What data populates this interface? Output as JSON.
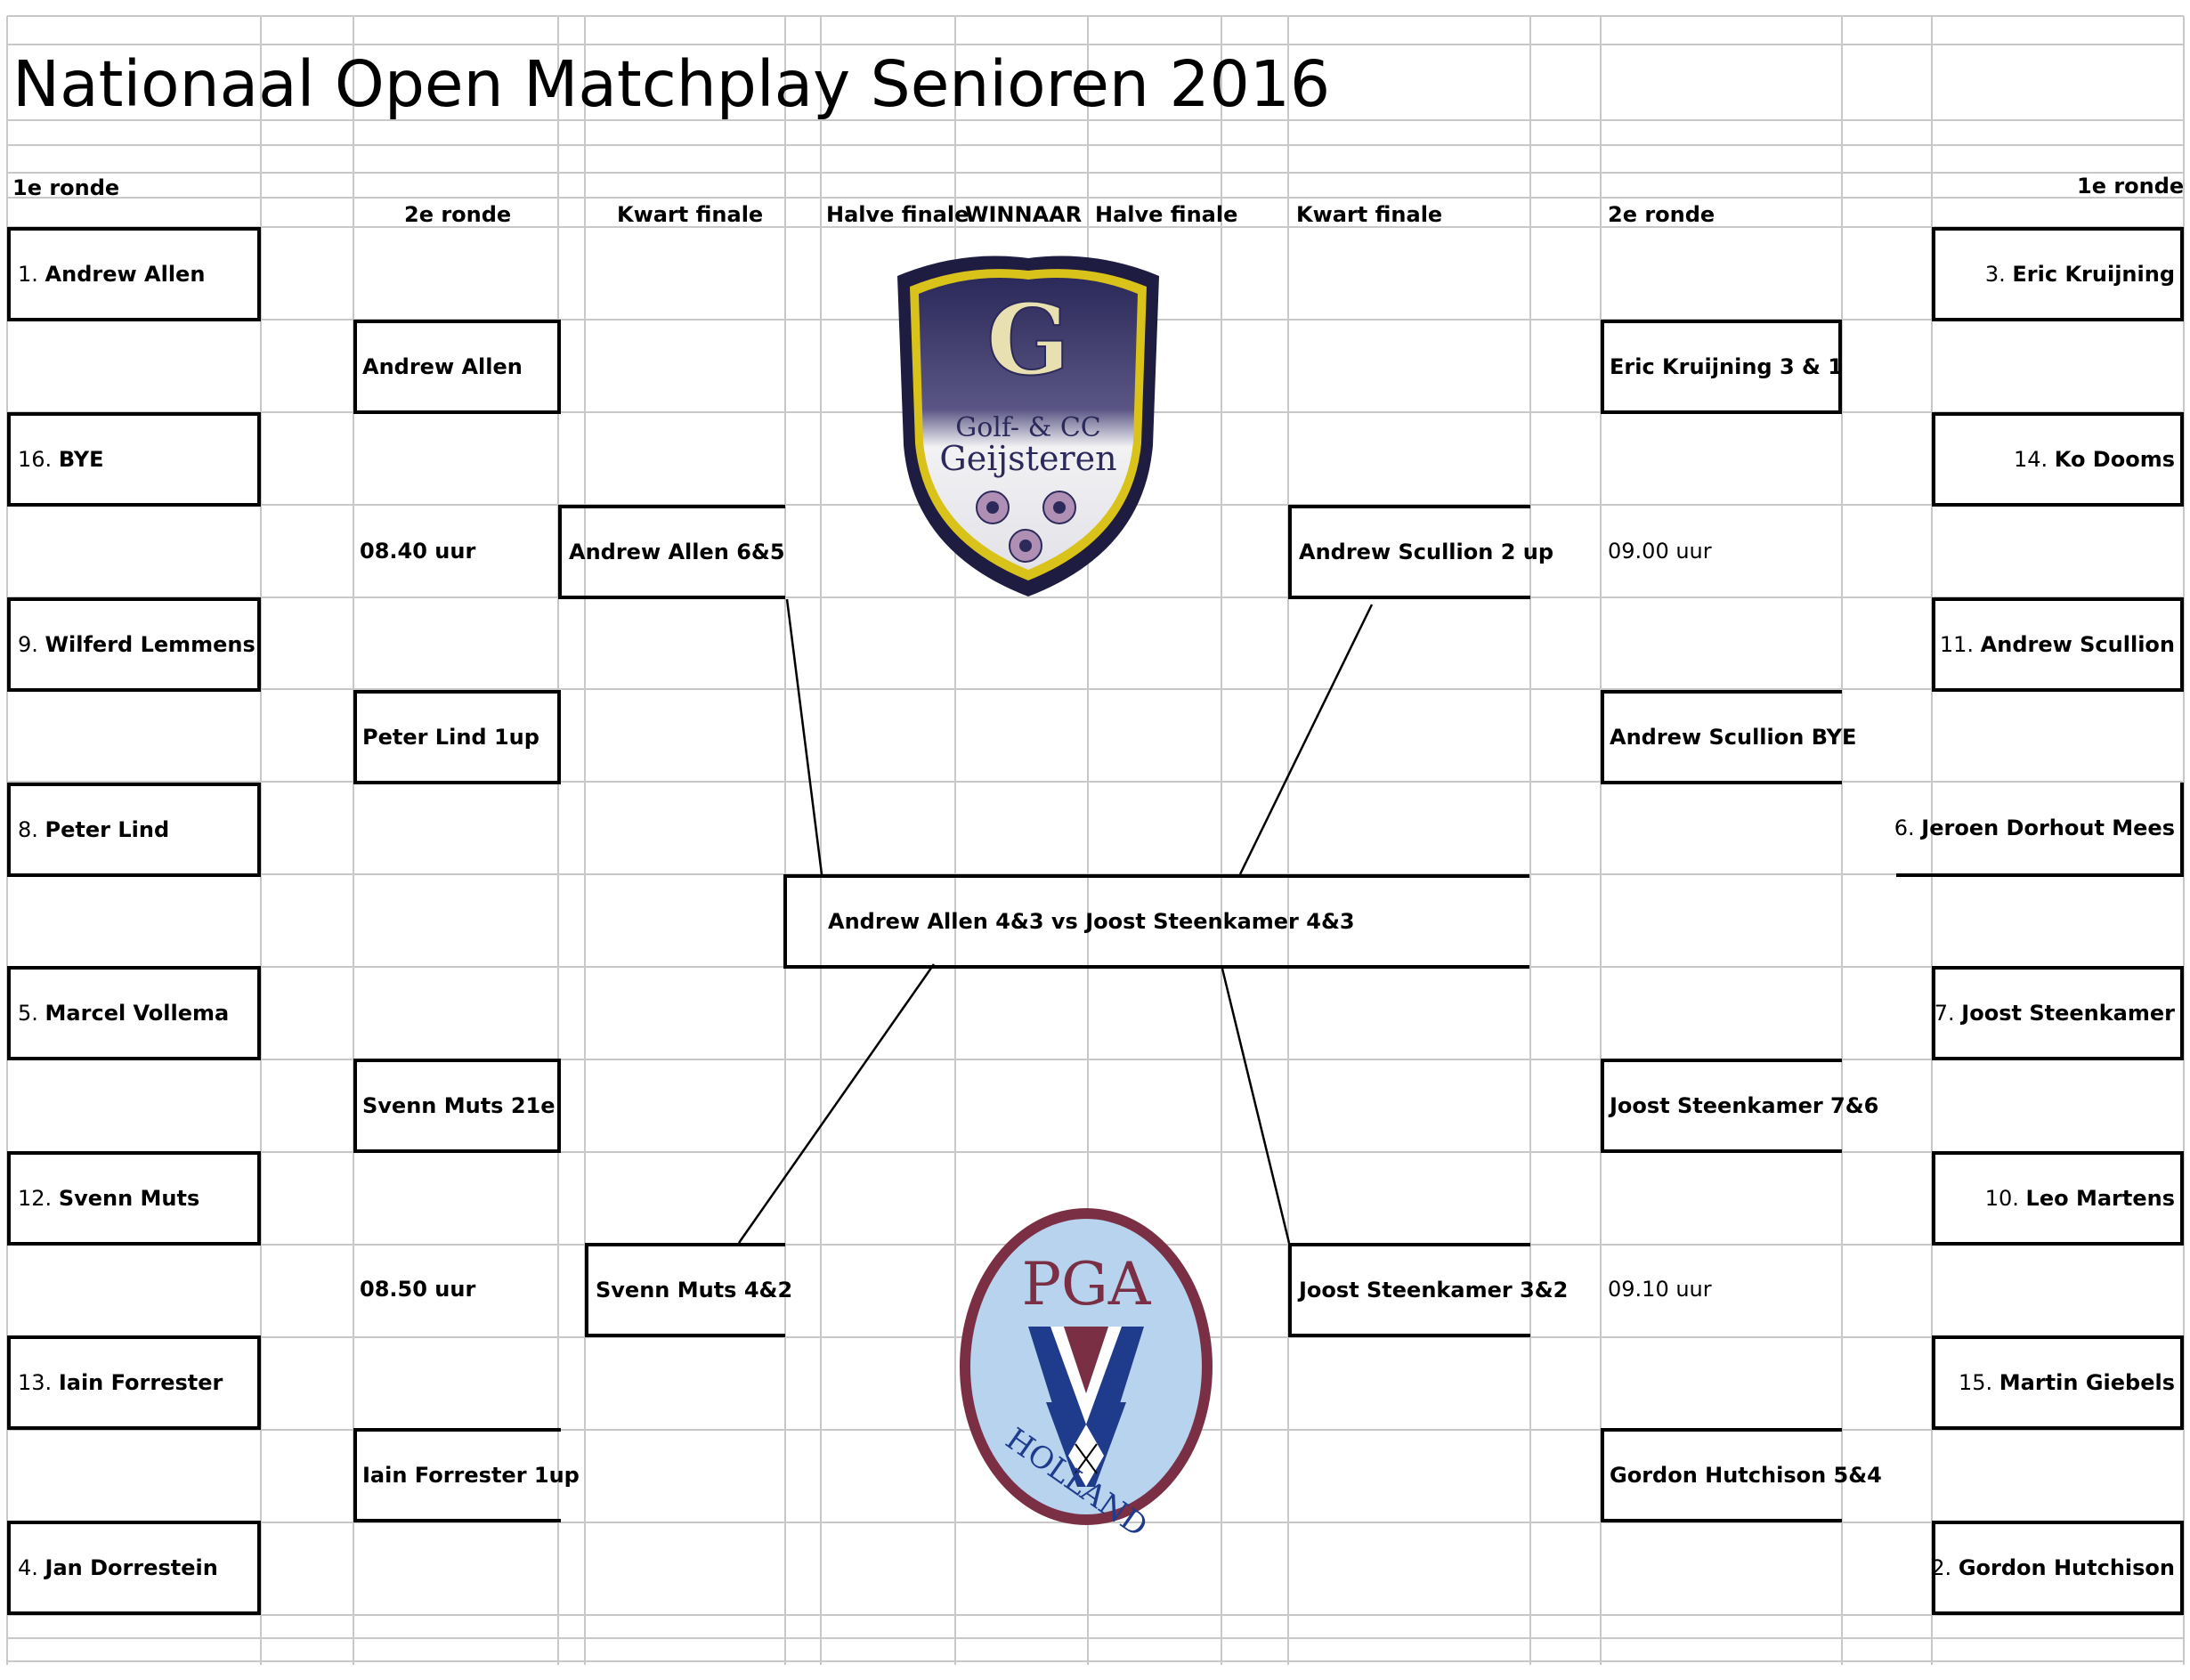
{
  "title": "Nationaal Open Matchplay Senioren 2016",
  "headers": {
    "left_r1": "1e ronde",
    "right_r1": "1e ronde",
    "left_r2": "2e ronde",
    "left_qf": "Kwart finale",
    "left_sf": "Halve finale",
    "winner": "WINNAAR",
    "right_sf": "Halve finale",
    "right_qf": "Kwart finale",
    "right_r2": "2e ronde"
  },
  "left_round1": [
    {
      "seed": "1.",
      "name": "Andrew Allen"
    },
    {
      "seed": "16.",
      "name": "BYE"
    },
    {
      "seed": "9.",
      "name": "Wilferd Lemmens"
    },
    {
      "seed": "8.",
      "name": "Peter Lind"
    },
    {
      "seed": "5.",
      "name": "Marcel Vollema"
    },
    {
      "seed": "12.",
      "name": "Svenn Muts"
    },
    {
      "seed": "13.",
      "name": "Iain Forrester"
    },
    {
      "seed": "4.",
      "name": "Jan Dorrestein"
    }
  ],
  "right_round1": [
    {
      "seed": "3.",
      "name": "Eric Kruijning"
    },
    {
      "seed": "14.",
      "name": "Ko Dooms"
    },
    {
      "seed": "11.",
      "name": "Andrew Scullion"
    },
    {
      "seed": "6.",
      "name": "Jeroen Dorhout Mees"
    },
    {
      "seed": "7.",
      "name": "Joost Steenkamer"
    },
    {
      "seed": "10.",
      "name": "Leo Martens"
    },
    {
      "seed": "15.",
      "name": "Martin Giebels"
    },
    {
      "seed": "2.",
      "name": "Gordon Hutchison"
    }
  ],
  "left_round2": [
    "Andrew Allen",
    "Peter Lind 1up",
    "Svenn Muts 21e",
    "Iain Forrester 1up"
  ],
  "right_round2": [
    "Eric Kruijning 3 & 1",
    "Andrew Scullion BYE",
    "Joost Steenkamer 7&6",
    "Gordon Hutchison 5&4"
  ],
  "left_times": [
    "08.40 uur",
    "08.50 uur"
  ],
  "right_times": [
    "09.00 uur",
    "09.10 uur"
  ],
  "left_qf": [
    "Andrew Allen 6&5",
    "Svenn Muts 4&2"
  ],
  "right_qf": [
    "Andrew Scullion 2 up",
    "Joost Steenkamer 3&2"
  ],
  "final": "Andrew Allen 4&3  vs  Joost Steenkamer 4&3",
  "logos": {
    "club_line1": "Golf- & CC",
    "club_line2": "Geijsteren",
    "club_letter": "G",
    "pga_top": "PGA",
    "pga_bottom": "HOLLAND"
  },
  "colors": {
    "grid": "#c8c8c8",
    "pga_maroon": "#7b2f45",
    "pga_blue": "#b7d3ee",
    "pga_navy": "#1f3b8c",
    "shield_navy": "#2c2a5a",
    "shield_gold": "#d9c21a"
  }
}
